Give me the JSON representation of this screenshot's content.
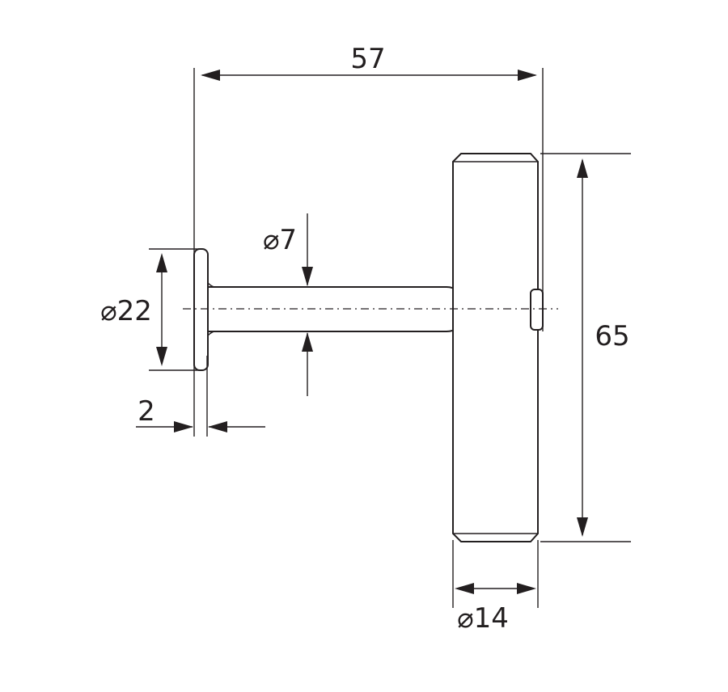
{
  "drawing": {
    "dimensions": {
      "overall_length": "57",
      "height": "65",
      "rod_diameter": "⌀7",
      "base_diameter": "⌀22",
      "base_thickness": "2",
      "bar_diameter": "⌀14"
    }
  }
}
